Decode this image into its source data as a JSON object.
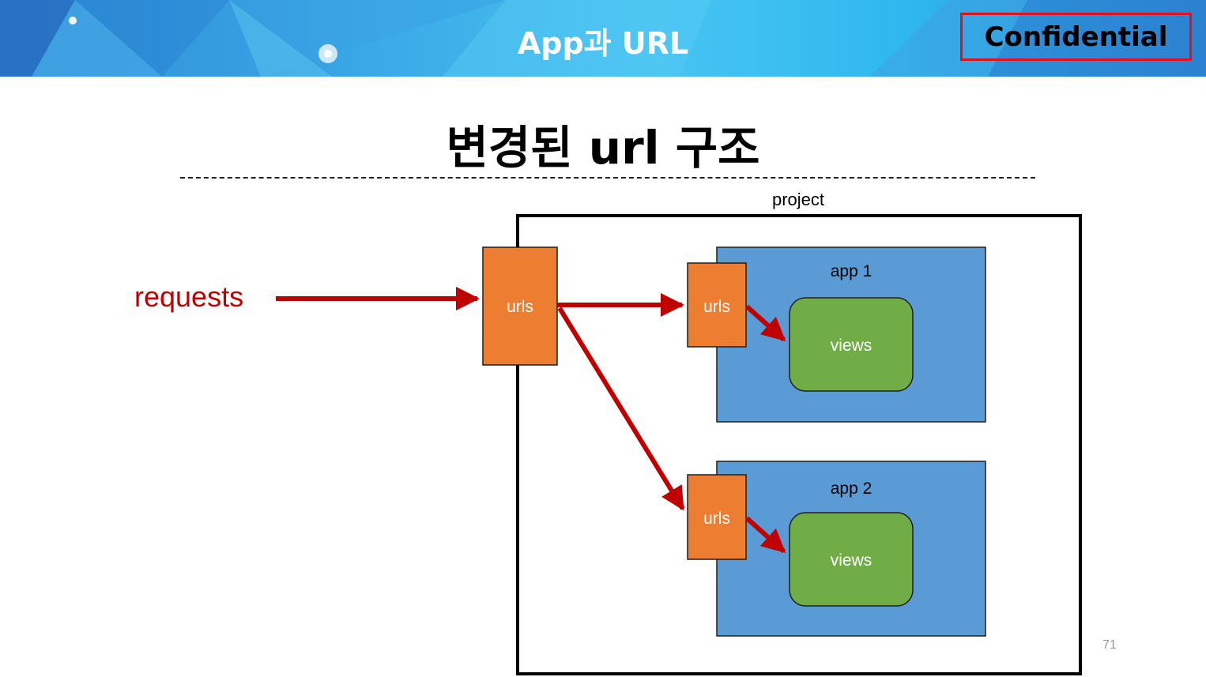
{
  "header": {
    "title": "App과 URL",
    "badge": "Confidential"
  },
  "slide": {
    "title": "변경된 url 구조",
    "page_number": "71"
  },
  "diagram": {
    "input_label": "requests",
    "container_label": "project",
    "root_urls_label": "urls",
    "apps": [
      {
        "label": "app 1",
        "urls_label": "urls",
        "views_label": "views"
      },
      {
        "label": "app 2",
        "urls_label": "urls",
        "views_label": "views"
      }
    ]
  },
  "colors": {
    "urls_box": "#ed7d31",
    "app_box": "#5b9bd5",
    "views_box": "#70ad47",
    "arrow": "#c00000",
    "badge_border": "#e0131b"
  }
}
